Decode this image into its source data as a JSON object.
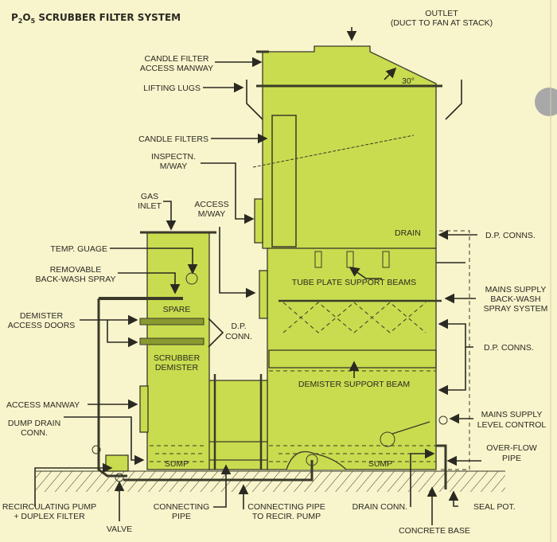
{
  "title": {
    "main": "P",
    "sub1": "2",
    "mid": "O",
    "sub2": "5",
    "rest": " SCRUBBER FILTER SYSTEM"
  },
  "labels": {
    "outlet": [
      "OUTLET",
      "(DUCT TO FAN AT STACK)"
    ],
    "candle_filter_access_manway": [
      "CANDLE FILTER",
      "ACCESS MANWAY"
    ],
    "lifting_lugs": [
      "LIFTING LUGS"
    ],
    "angle": [
      "30°"
    ],
    "candle_filters": [
      "CANDLE FILTERS"
    ],
    "inspection_manway": [
      "INSPECTN.",
      "M/WAY"
    ],
    "gas_inlet": [
      "GAS",
      "INLET"
    ],
    "access_manway_upper": [
      "ACCESS",
      "M/WAY"
    ],
    "drain": [
      "DRAIN"
    ],
    "dp_conns_upper": [
      "D.P. CONNS."
    ],
    "temp_gauge": [
      "TEMP. GUAGE"
    ],
    "removable_backwash_spray": [
      "REMOVABLE",
      "BACK-WASH SPRAY"
    ],
    "tube_plate_support_beams": [
      "TUBE PLATE SUPPORT BEAMS"
    ],
    "mains_supply_backwash": [
      "MAINS SUPPLY",
      "BACK-WASH",
      "SPRAY SYSTEM"
    ],
    "spare": [
      "SPARE"
    ],
    "demister_access_doors": [
      "DEMISTER",
      "ACCESS DOORS"
    ],
    "dp_conn": [
      "D.P.",
      "CONN."
    ],
    "dp_conns_lower": [
      "D.P. CONNS."
    ],
    "scrubber_demister": [
      "SCRUBBER",
      "DEMISTER"
    ],
    "demister_support_beam": [
      "DEMISTER SUPPORT BEAM"
    ],
    "access_manway": [
      "ACCESS MANWAY"
    ],
    "dump_drain_conn": [
      "DUMP DRAIN",
      "CONN."
    ],
    "mains_supply_level_control": [
      "MAINS SUPPLY",
      "LEVEL CONTROL"
    ],
    "overflow_pipe": [
      "OVER-FLOW",
      "PIPE"
    ],
    "sump_left": [
      "SUMP"
    ],
    "sump_right": [
      "SUMP"
    ],
    "recirculating_pump": [
      "RECIRCULATING PUMP",
      "+ DUPLEX FILTER"
    ],
    "valve": [
      "VALVE"
    ],
    "connecting_pipe": [
      "CONNECTING",
      "PIPE"
    ],
    "connecting_pipe_recir": [
      "CONNECTING PIPE",
      "TO RECIR. PUMP"
    ],
    "drain_conn": [
      "DRAIN CONN."
    ],
    "seal_pot": [
      "SEAL POT."
    ],
    "concrete_base": [
      "CONCRETE BASE"
    ]
  },
  "colors": {
    "background": "#f8f4cc",
    "vessel": "#c9dc4f",
    "line": "#2a2a22"
  }
}
